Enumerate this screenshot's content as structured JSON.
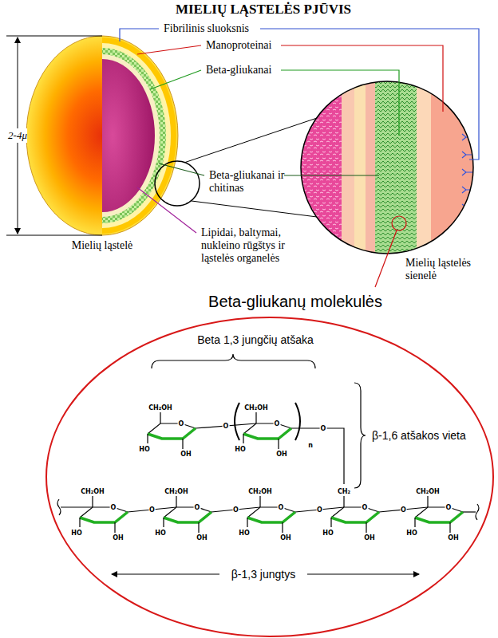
{
  "diagram": {
    "title": "MIELIŲ LĄSTELĖS PJŪVIS",
    "nodes": [
      {
        "text": [
          "Beta-gliukanų molekulės",
          "Beta 1,3 jungčių atšaka",
          "β-1,6 atšakos vieta",
          "β-1,3 jungtys"
        ]
      }
    ],
    "labels": [
      "Fibrilinis sluoksnis",
      "Manoproteinai",
      "Beta-gliukanai",
      "Beta-gliukanai ir chitinas",
      "Lipidai, baltymai, nukleino rūgštys ir ląstelės organelės",
      "2-4μ",
      "Mielių ląstelė",
      "Mielių ląstelės sienelė",
      "CH₂OH",
      "O",
      "HO",
      "OH",
      "O",
      "CH₂OH",
      "O",
      "HO",
      "OH",
      "n",
      "O",
      "CH₂OH",
      "O",
      "HO",
      "OH",
      "O",
      "CH₂OH",
      "O",
      "HO",
      "OH",
      "O",
      "CH₂OH",
      "O",
      "HO",
      "OH",
      "O",
      "CH₂",
      "O",
      "HO",
      "OH",
      "O",
      "CH₂OH",
      "O",
      "HO",
      "OH"
    ]
  }
}
